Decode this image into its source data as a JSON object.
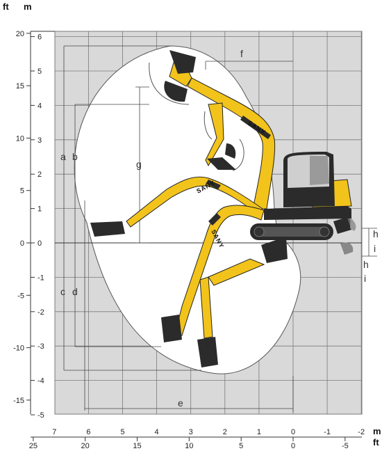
{
  "units": {
    "ft": "ft",
    "m": "m"
  },
  "left_ft_ticks": [
    "20",
    "15",
    "10",
    "5",
    "0",
    "-5",
    "-10",
    "-15"
  ],
  "left_m_ticks": [
    "6",
    "5",
    "4",
    "3",
    "2",
    "1",
    "0",
    "-1",
    "-2",
    "-3",
    "-4",
    "-5"
  ],
  "bottom_m_ticks": [
    "7",
    "6",
    "5",
    "4",
    "3",
    "2",
    "1",
    "0",
    "-1",
    "-2"
  ],
  "bottom_ft_ticks": [
    "25",
    "20",
    "15",
    "10",
    "5",
    "0",
    "-5"
  ],
  "dimensions": {
    "a": "a",
    "b": "b",
    "c": "c",
    "d": "d",
    "e": "e",
    "f": "f",
    "g": "g",
    "h": "h",
    "i": "i"
  },
  "brand": "SANY",
  "colors": {
    "grid_bg": "#d9d9d9",
    "grid_line": "#7a7a7a",
    "machine_yellow": "#f2c31b",
    "machine_dark": "#2b2b2b",
    "envelope": "#ffffff"
  }
}
